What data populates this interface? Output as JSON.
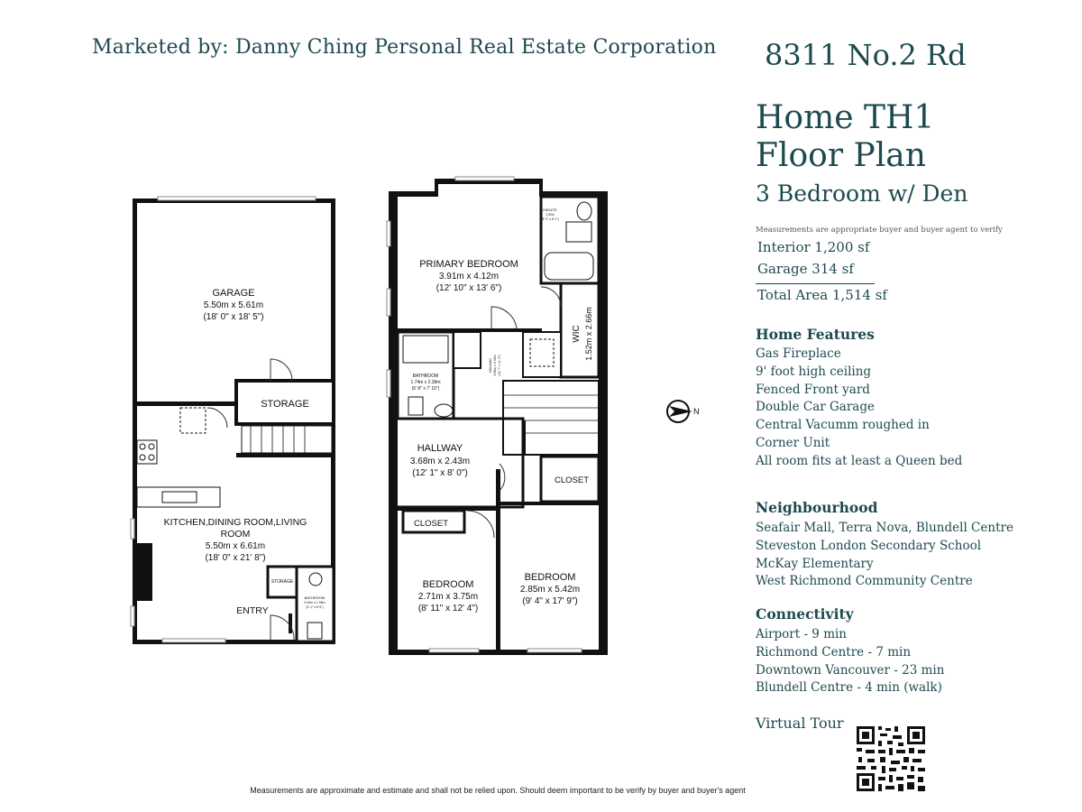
{
  "header": {
    "marketed_by": "Marketed by: Danny Ching Personal Real Estate Corporation",
    "address": "8311 No.2 Rd"
  },
  "listing": {
    "title_line1": "Home TH1",
    "title_line2": "Floor Plan",
    "plan_type": "3 Bedroom w/ Den",
    "measurement_note": "Measurements are appropriate buyer and buyer agent to verify",
    "interior": "Interior 1,200 sf",
    "garage": "Garage 314 sf",
    "total": "Total Area 1,514 sf"
  },
  "features": {
    "title": "Home Features",
    "items": [
      "Gas Fireplace",
      "9' foot high ceiling",
      "Fenced Front yard",
      "Double Car Garage",
      "Central Vacumm roughed in",
      "Corner Unit",
      "All room fits at least a Queen bed"
    ]
  },
  "neighbourhood": {
    "title": "Neighbourhood",
    "items": [
      "Seafair Mall, Terra Nova, Blundell Centre",
      "Steveston London Secondary School",
      "McKay Elementary",
      "West Richmond Community Centre"
    ]
  },
  "connectivity": {
    "title": "Connectivity",
    "items": [
      "Airport - 9 min",
      "Richmond Centre - 7 min",
      "Downtown Vancouver - 23 min",
      "Blundell Centre - 4 min (walk)"
    ]
  },
  "virtual_tour": {
    "label": "Virtual Tour",
    "icon": "qr-code-icon"
  },
  "disclaimer": "Measurements are approximate and estimate and shall not be relied upon. Should deem important to be verify by buyer and buyer's agent",
  "compass": {
    "label": "N",
    "icon": "north-arrow-icon"
  },
  "rooms": {
    "garage": {
      "name": "GARAGE",
      "metric": "5.50m x 5.61m",
      "imperial": "(18' 0\" x 18' 5\")"
    },
    "storage": {
      "name": "STORAGE"
    },
    "storage_small": {
      "name": "STORAGE"
    },
    "kitchen": {
      "name_line1": "KITCHEN,DINING ROOM,LIVING",
      "name_line2": "ROOM",
      "metric": "5.50m x 6.61m",
      "imperial": "(18' 0\" x 21' 8\")"
    },
    "entry": {
      "name": "ENTRY"
    },
    "bathroom_main": {
      "name": "BATHROOM",
      "metric": "0.94m x 1.98m",
      "imperial": "(3' 1\" x 6' 6\")"
    },
    "primary_bedroom": {
      "name": "PRIMARY BEDROOM",
      "metric": "3.91m x 4.12m",
      "imperial": "(12' 10\" x 13' 6\")"
    },
    "ensuite": {
      "name": "ENSUITE",
      "metric": "1.52m",
      "imperial": "(5' 0\" x 8' 1\")"
    },
    "wic": {
      "name": "WIC",
      "metric": "1.52m x 2.66m"
    },
    "bathroom_upper": {
      "name": "BATHROOM",
      "metric": "1.74m x 2.38m",
      "imperial": "(5' 8\" x 7' 10\")"
    },
    "hallway_small": {
      "name": "HALLWAY",
      "metric": "3.86m x 3.40m",
      "imperial": "(12' 7\" x 11' 2\")"
    },
    "hallway": {
      "name": "HALLWAY",
      "metric": "3.68m x 2.43m",
      "imperial": "(12' 1\" x 8' 0\")"
    },
    "closet_right": {
      "name": "CLOSET"
    },
    "closet_left": {
      "name": "CLOSET"
    },
    "bedroom_left": {
      "name": "BEDROOM",
      "metric": "2.71m x 3.75m",
      "imperial": "(8' 11\" x 12' 4\")"
    },
    "bedroom_right": {
      "name": "BEDROOM",
      "metric": "2.85m x 5.42m",
      "imperial": "(9' 4\" x 17' 9\")"
    }
  }
}
